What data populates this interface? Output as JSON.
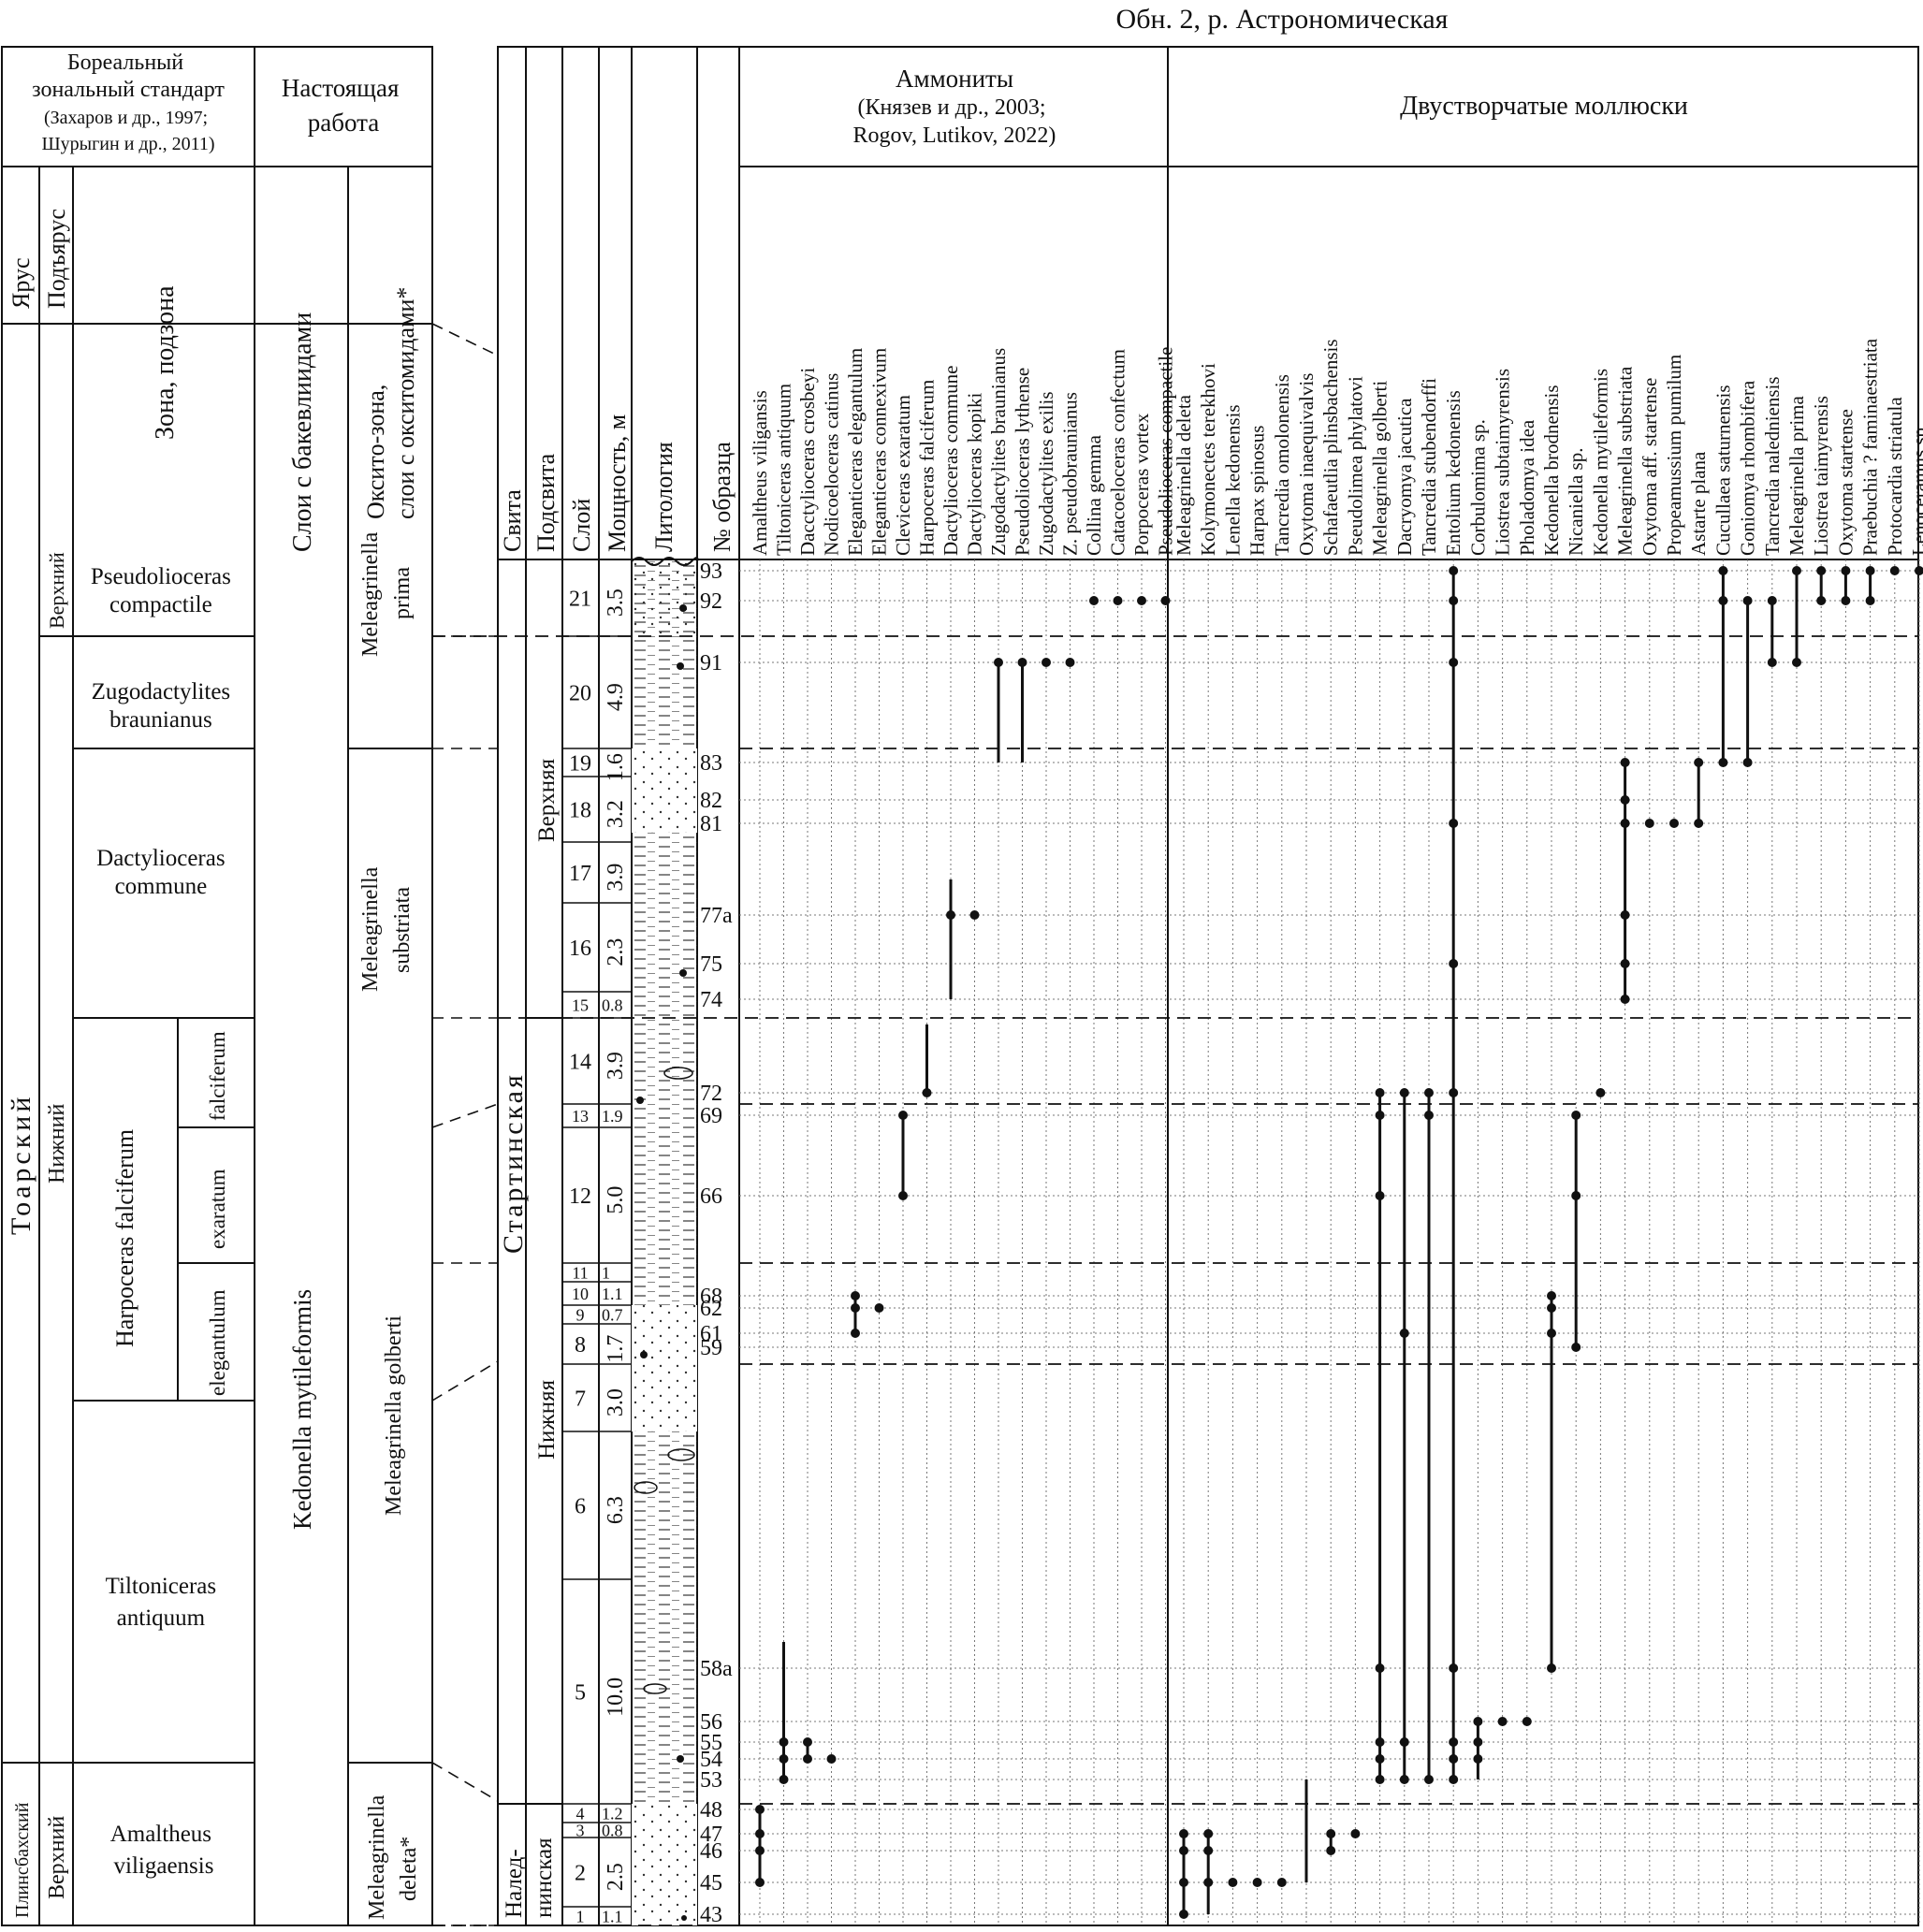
{
  "title": "Обн. 2, р. Астрономическая",
  "left_table": {
    "header_boreal": [
      "Бореальный",
      "зональный стандарт",
      "(Захаров и др., 1997;",
      "Шурыгин и др., 2011)"
    ],
    "header_present": [
      "Настоящая",
      "работа"
    ],
    "col_stage": "Ярус",
    "col_substage": "Подъярус",
    "col_zone": "Зона, подзона",
    "col_bak": "Слои с бакевлиидами",
    "col_oxyto": [
      "Окситo-зона,",
      "слои с окситомидами*"
    ],
    "stages": [
      "Тоарский",
      "Плинсбахский"
    ],
    "substages": [
      "Верхний",
      "Нижний",
      "Верхний"
    ],
    "zones": [
      [
        "Pseudolioceras",
        "compactile"
      ],
      [
        "Zugodactylites",
        "braunianus"
      ],
      [
        "Dactylioceras",
        "commune"
      ],
      [
        "Harpoceras falciferum"
      ],
      [
        "Tiltoniceras",
        "antiquum"
      ],
      [
        "Amaltheus",
        "viligaensis"
      ]
    ],
    "subzones": [
      "falciferum",
      "exaratum",
      "elegantulum"
    ],
    "bak_layers": [
      "Kedonella mytileformis"
    ],
    "oxyto_zones": [
      [
        "Meleagrinella",
        "prima"
      ],
      [
        "Meleagrinella",
        "substriata"
      ],
      [
        "Meleagrinella golberti"
      ],
      [
        "Meleagrinella",
        "deleta*"
      ]
    ]
  },
  "section": {
    "col_suite": "Свита",
    "col_subsuite": "Подсвита",
    "col_layer": "Слой",
    "col_thickness": "Мощность, м",
    "col_litho": "Литология",
    "col_sample": "№ образца",
    "suites": [
      "Стартинская",
      "Налед-",
      "нинская"
    ],
    "subsuites": [
      "Верхняя",
      "Нижняя"
    ],
    "layers": [
      {
        "n": "21",
        "m": "3.5"
      },
      {
        "n": "20",
        "m": "4.9"
      },
      {
        "n": "19",
        "m": "1.6"
      },
      {
        "n": "18",
        "m": "3.2"
      },
      {
        "n": "17",
        "m": "3.9"
      },
      {
        "n": "16",
        "m": "2.3"
      },
      {
        "n": "15",
        "m": "0.8"
      },
      {
        "n": "14",
        "m": "3.9"
      },
      {
        "n": "13",
        "m": "1.9"
      },
      {
        "n": "12",
        "m": "5.0"
      },
      {
        "n": "11",
        "m": "1"
      },
      {
        "n": "10",
        "m": "1.1"
      },
      {
        "n": "9",
        "m": "0.7"
      },
      {
        "n": "8",
        "m": "1.7"
      },
      {
        "n": "7",
        "m": "3.0"
      },
      {
        "n": "6",
        "m": "6.3"
      },
      {
        "n": "5",
        "m": "10.0"
      },
      {
        "n": "4",
        "m": "1.2"
      },
      {
        "n": "3",
        "m": "0.8"
      },
      {
        "n": "2",
        "m": "2.5"
      },
      {
        "n": "1",
        "m": "1.1"
      }
    ],
    "samples": [
      "93",
      "92",
      "91",
      "83",
      "82",
      "81",
      "77a",
      "75",
      "74",
      "72",
      "69",
      "66",
      "68",
      "62",
      "61",
      "59",
      "58a",
      "56",
      "55",
      "54",
      "53",
      "48",
      "47",
      "46",
      "45",
      "43"
    ]
  },
  "ammonites_header": [
    "Аммониты",
    "(Князев и др., 2003;",
    "Rogov, Lutikov, 2022)"
  ],
  "bivalves_header": "Двустворчатые моллюски",
  "ammonites": [
    "Amaltheus viligansis",
    "Tiltoniceras antiquum",
    "Dacctylioceras crosbeyi",
    "Nodicoeloceras catinus",
    "Eleganticeras elegantulum",
    "Eleganticeras connexivum",
    "Cleviceras exaratum",
    "Harpoceras falciferum",
    "Dactylioceras commune",
    "Dactylioceras kopiki",
    "Zugodactylites braunianus",
    "Pseudolioceras lythense",
    "Zugodactylites exilis",
    "Z. pseudobraunianus",
    "Collina gemma",
    "Catacoeloceras confectum",
    "Porpoceras vortex",
    "Pseudolioceras compactile"
  ],
  "bivalves": [
    "Meleagrinella deleta",
    "Kolymonectes terekhovi",
    "Lenella kedonensis",
    "Harpax spinosus",
    "Tancredia omolonensis",
    "Oxytoma inaequivalvis",
    "Schafaeutlia plinsbachensis",
    "Pseudolimea phylatovi",
    "Meleagrinella golberti",
    "Dacryomya jacutica",
    "Tancredia stubendorffi",
    "Entolium kedonensis",
    "Corbulomima sp.",
    "Liostrea subtaimyrensis",
    "Pholadomya idea",
    "Kedonella brodnensis",
    "Nicaniella sp.",
    "Kedonella mytileformis",
    "Meleagrinella substriata",
    "Oxytoma aff. startense",
    "Propeamussium pumilum",
    "Astarte plana",
    "Cucullaea saturnensis",
    "Goniomya rhombifera",
    "Tancredia naledniensis",
    "Meleagrinella prima",
    "Liostrea taimyrensis",
    "Oxytoma startense",
    "Praebuchia ? faminaestriata",
    "Protocardia striatula",
    "Lenoceramus sp."
  ],
  "ranges": {
    "ammonites": [
      {
        "taxon": 0,
        "solid": [
          [
            "48",
            "45"
          ]
        ],
        "dots": [
          "48",
          "47",
          "46",
          "45"
        ]
      },
      {
        "taxon": 1,
        "solid": [
          [
            "58a-top",
            "53"
          ]
        ],
        "dots": [
          "55",
          "54",
          "53"
        ]
      },
      {
        "taxon": 2,
        "solid": [
          [
            "55",
            "54"
          ]
        ],
        "dots": [
          "55",
          "54"
        ]
      },
      {
        "taxon": 3,
        "dots": [
          "54"
        ]
      },
      {
        "taxon": 4,
        "solid": [
          [
            "68",
            "61"
          ]
        ],
        "dots": [
          "68",
          "62",
          "61"
        ]
      },
      {
        "taxon": 5,
        "dots": [
          "62"
        ]
      },
      {
        "taxon": 6,
        "solid": [
          [
            "69",
            "66"
          ]
        ],
        "dots": [
          "69",
          "66"
        ]
      },
      {
        "taxon": 7,
        "solid": [
          [
            "14top",
            "72"
          ]
        ],
        "dots": [
          "72"
        ]
      },
      {
        "taxon": 8,
        "solid": [
          [
            "17top",
            "74"
          ]
        ],
        "dots": [
          "77a"
        ]
      },
      {
        "taxon": 9,
        "dots": [
          "77a"
        ]
      },
      {
        "taxon": 10,
        "solid": [
          [
            "91",
            "83"
          ]
        ],
        "dots": [
          "91"
        ]
      },
      {
        "taxon": 11,
        "solid": [
          [
            "91",
            "83"
          ]
        ],
        "dots": [
          "91"
        ]
      },
      {
        "taxon": 12,
        "dots": [
          "91"
        ]
      },
      {
        "taxon": 13,
        "dots": [
          "91"
        ]
      },
      {
        "taxon": 14,
        "dots": [
          "92"
        ]
      },
      {
        "taxon": 15,
        "dots": [
          "92"
        ]
      },
      {
        "taxon": 16,
        "dots": [
          "92"
        ]
      },
      {
        "taxon": 17,
        "dots": [
          "92"
        ]
      }
    ]
  }
}
